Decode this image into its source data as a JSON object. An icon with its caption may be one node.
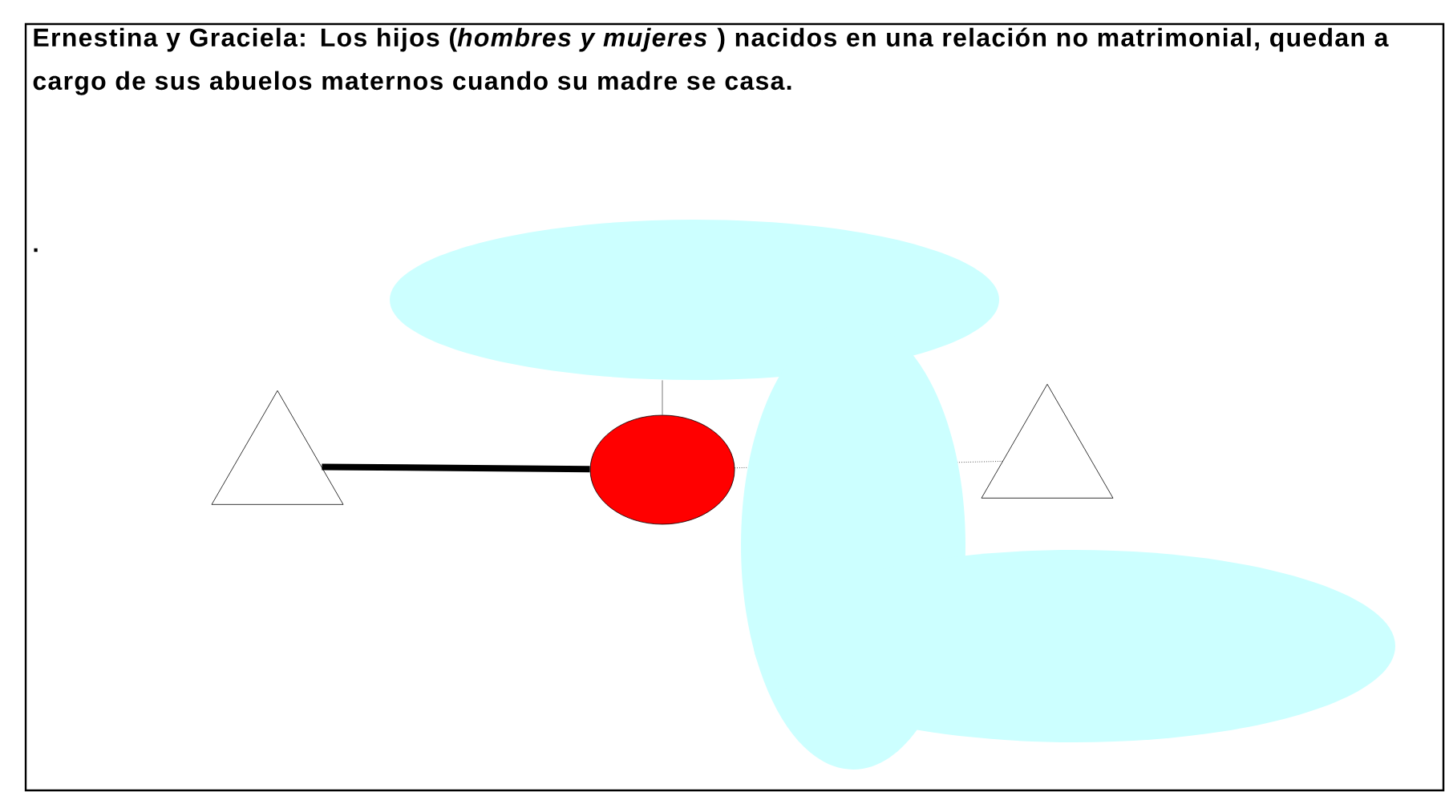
{
  "diagram": {
    "title": "Ernestina y Graciela: Los hijos (*hombres y mujeres* ) nacidos en una relación no matrimonial, quedan a cargo de sus abuelos maternos cuando su madre se casa.",
    "nodes": [
      {
        "text": [],
        "shape": "triangle"
      },
      {
        "text": [],
        "shape": "circle"
      },
      {
        "text": [],
        "shape": "triangle"
      },
      {
        "text": [],
        "shape": "ellipse"
      }
    ],
    "edges": [
      {
        "from": 0,
        "to": 1,
        "arrow": "none",
        "style": "thick"
      },
      {
        "from": 1,
        "to": 2,
        "arrow": "none",
        "style": "dashed"
      },
      {
        "from": 1,
        "to": 3,
        "arrow": "none"
      }
    ],
    "labels": [
      "."
    ]
  }
}
